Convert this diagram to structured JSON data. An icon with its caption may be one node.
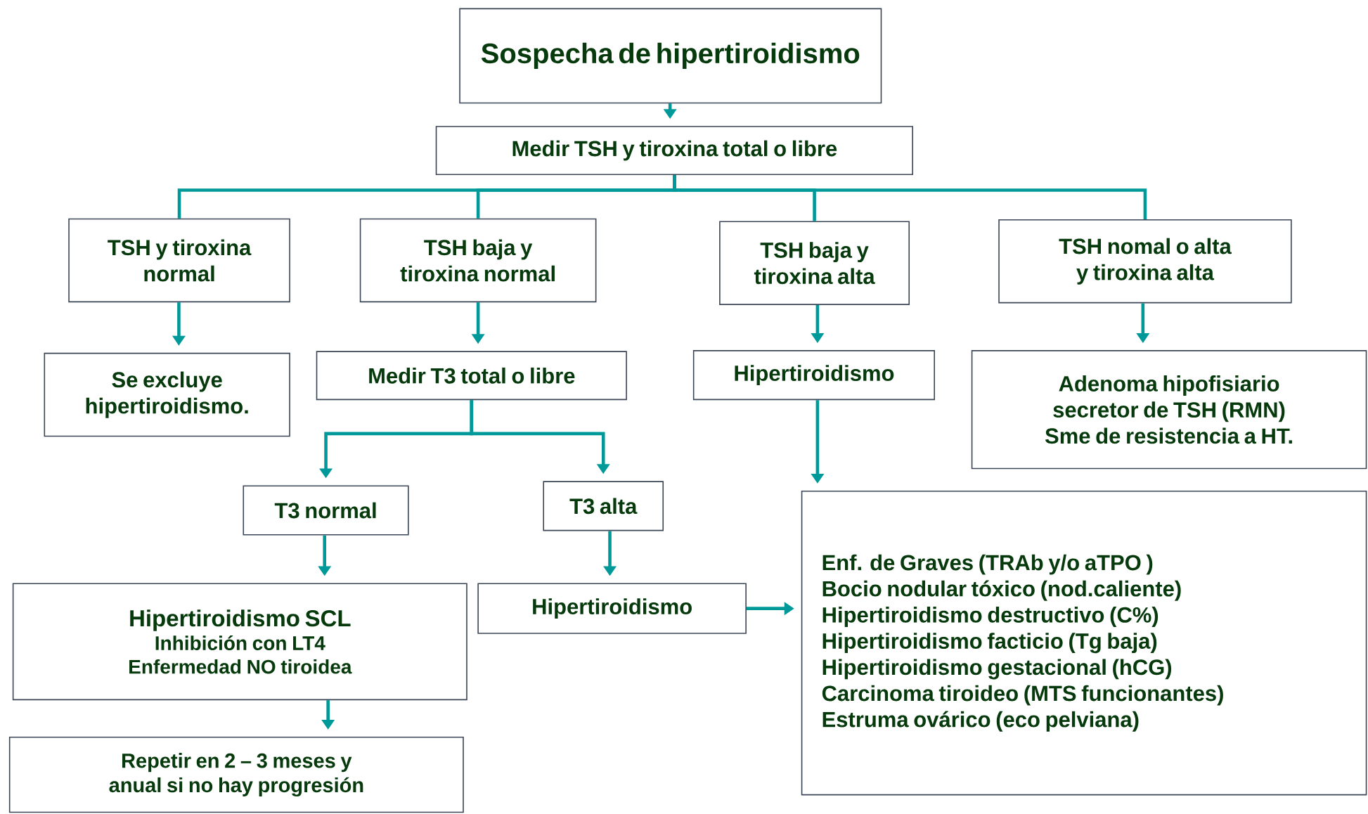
{
  "diagram": {
    "nodes": [
      {
        "text": [
          "Sospecha de hipertiroidismo"
        ]
      },
      {
        "text": [
          "Medir TSH y tiroxina total o  libre"
        ]
      },
      {
        "text": [
          "TSH y tiroxina normal"
        ]
      },
      {
        "text": [
          "TSH baja y tiroxina normal"
        ]
      },
      {
        "text": [
          "TSH baja y tiroxina alta"
        ]
      },
      {
        "text": [
          "TSH nomal o alta y tiroxina alta"
        ]
      },
      {
        "text": [
          "Se excluye hipertiroidismo."
        ]
      },
      {
        "text": [
          "Medir T3 total o libre"
        ]
      },
      {
        "text": [
          "Hipertiroidismo"
        ]
      },
      {
        "text": [
          "Adenoma hipofisiario secretor de TSH (RMN)",
          "Sme de resistencia a HT."
        ]
      },
      {
        "text": [
          "T3 normal"
        ]
      },
      {
        "text": [
          "T3 alta"
        ]
      },
      {
        "text": [
          "Hipertiroidismo SCL",
          "Inhibición con LT4",
          "Enfermedad NO tiroidea"
        ]
      },
      {
        "text": [
          "Hipertiroidismo"
        ]
      },
      {
        "text": [
          "Enf. de Graves (TRAb  y/o aTPO )",
          "Bocio nodular tóxico (nod.caliente)",
          "Hipertiroidismo destructivo (C%)",
          "Hipertiroidismo facticio (Tg baja)",
          "Hipertiroidismo gestacional (hCG)",
          "Carcinoma tiroideo (MTS funcionantes)",
          "Estruma ovárico (eco pelviana)"
        ]
      },
      {
        "text": [
          "Repetir en 2 – 3 meses y anual si no hay progresión"
        ]
      }
    ],
    "edges": [
      {
        "from": 0,
        "to": 1,
        "arrow": "to"
      },
      {
        "from": 1,
        "to": 2,
        "arrow": "none"
      },
      {
        "from": 1,
        "to": 3,
        "arrow": "none"
      },
      {
        "from": 1,
        "to": 4,
        "arrow": "none"
      },
      {
        "from": 1,
        "to": 5,
        "arrow": "none"
      },
      {
        "from": 2,
        "to": 6,
        "arrow": "to"
      },
      {
        "from": 3,
        "to": 7,
        "arrow": "to"
      },
      {
        "from": 4,
        "to": 8,
        "arrow": "to"
      },
      {
        "from": 5,
        "to": 9,
        "arrow": "to"
      },
      {
        "from": 7,
        "to": 10,
        "arrow": "to"
      },
      {
        "from": 7,
        "to": 11,
        "arrow": "to"
      },
      {
        "from": 10,
        "to": 12,
        "arrow": "to"
      },
      {
        "from": 11,
        "to": 13,
        "arrow": "to"
      },
      {
        "from": 8,
        "to": 14,
        "arrow": "to"
      },
      {
        "from": 13,
        "to": 14,
        "arrow": "to"
      },
      {
        "from": 12,
        "to": 15,
        "arrow": "to"
      }
    ]
  }
}
